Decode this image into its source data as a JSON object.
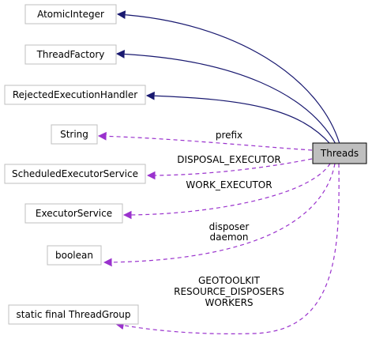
{
  "diagram": {
    "nodes": {
      "atomic_integer": "AtomicInteger",
      "thread_factory": "ThreadFactory",
      "rejected_execution_handler": "RejectedExecutionHandler",
      "string": "String",
      "scheduled_executor_service": "ScheduledExecutorService",
      "executor_service": "ExecutorService",
      "boolean": "boolean",
      "thread_group": "static final ThreadGroup",
      "threads": "Threads"
    },
    "edge_labels": {
      "prefix": "prefix",
      "disposal_executor": "DISPOSAL_EXECUTOR",
      "work_executor": "WORK_EXECUTOR",
      "disposer": "disposer",
      "daemon": "daemon",
      "geotoolkit": "GEOTOOLKIT",
      "resource_disposers": "RESOURCE_DISPOSERS",
      "workers": "WORKERS"
    },
    "colors": {
      "inheritance_edge": "#191970",
      "usage_edge": "#9a32cd",
      "node_border": "#bfbfbf",
      "highlight_fill": "#bfbfbf",
      "highlight_border": "#000000"
    }
  }
}
